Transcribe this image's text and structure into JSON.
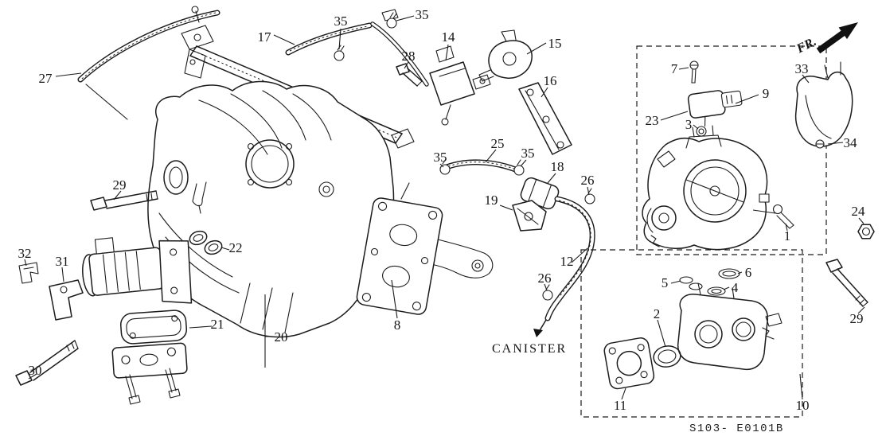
{
  "drawing": {
    "fr_label": "FR.",
    "canister_label": "CANISTER",
    "code": "S103- E0101B"
  },
  "colors": {
    "line": "#1c1c1c",
    "background": "#ffffff"
  },
  "callouts": {
    "c27": "27",
    "c17": "17",
    "c35a": "35",
    "c35b": "35",
    "c14": "14",
    "c28": "28",
    "c15": "15",
    "c16": "16",
    "c25": "25",
    "c35c": "35",
    "c35d": "35",
    "c18": "18",
    "c26a": "26",
    "c19": "19",
    "c29a": "29",
    "c22": "22",
    "c32": "32",
    "c31": "31",
    "c12": "12",
    "c26b": "26",
    "c21": "21",
    "c20": "20",
    "c8": "8",
    "c30": "30",
    "c7": "7",
    "c33": "33",
    "c9": "9",
    "c23": "23",
    "c3": "3",
    "c34": "34",
    "c24": "24",
    "c1": "1",
    "c6": "6",
    "c5": "5",
    "c4": "4",
    "c2": "2",
    "c29b": "29",
    "c11": "11",
    "c10": "10"
  }
}
